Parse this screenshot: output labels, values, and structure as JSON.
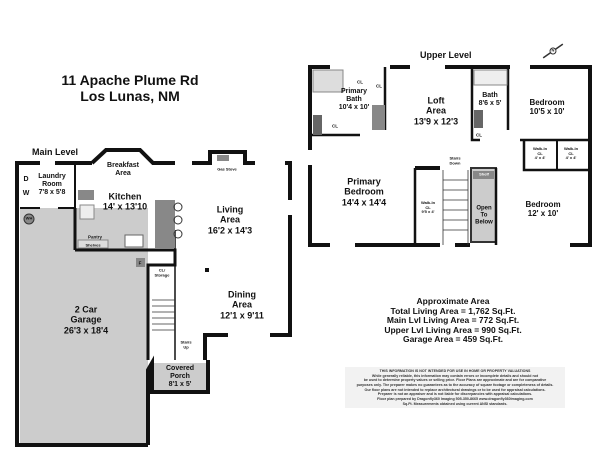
{
  "header": {
    "address_line1": "11 Apache Plume Rd",
    "address_line2": "Los Lunas, NM"
  },
  "main_level": {
    "title": "Main Level",
    "rooms": {
      "laundry": {
        "name": "Laundry\nRoom",
        "dims": "7'8 x 5'8"
      },
      "breakfast": {
        "name": "Breakfast\nArea"
      },
      "kitchen": {
        "name": "Kitchen",
        "dims": "14' x 13'10"
      },
      "living": {
        "name": "Living\nArea",
        "dims": "16'2 x 14'3"
      },
      "dining": {
        "name": "Dining\nArea",
        "dims": "12'1 x 9'11"
      },
      "garage": {
        "name": "2 Car\nGarage",
        "dims": "26'3 x 18'4"
      },
      "porch": {
        "name": "Covered\nPorch",
        "dims": "8'1 x 5'"
      },
      "storage": {
        "name": "CL/\nStorage"
      },
      "pantry": {
        "name": "Pantry"
      }
    },
    "fixtures": {
      "dryer": "D",
      "washer": "W",
      "water_heater": "WH",
      "furnace": "F",
      "gas_stove": "Gas Stove",
      "shelves": "Shelves",
      "stairs": "Stairs\nUp"
    }
  },
  "upper_level": {
    "title": "Upper Level",
    "rooms": {
      "primary_bath": {
        "name": "Primary\nBath",
        "dims": "10'4 x 10'"
      },
      "loft": {
        "name": "Loft\nArea",
        "dims": "13'9 x 12'3"
      },
      "bath": {
        "name": "Bath",
        "dims": "8'6 x 5'"
      },
      "bedroom2": {
        "name": "Bedroom",
        "dims": "10'5 x 10'"
      },
      "primary_bedroom": {
        "name": "Primary\nBedroom",
        "dims": "14'4 x 14'4"
      },
      "walkin_primary": {
        "name": "Walk-In\nCL",
        "dims": "9'5 x 4'"
      },
      "walkin_a": {
        "name": "Walk-In\nCL",
        "dims": "4' x 4'"
      },
      "walkin_b": {
        "name": "Walk-In\nCL",
        "dims": "4' x 4'"
      },
      "open_below": {
        "name": "Open\nTo\nBelow"
      },
      "bedroom3": {
        "name": "Bedroom",
        "dims": "12' x 10'"
      }
    },
    "closet_label": "CL",
    "shelf": "Shelf",
    "stairs": "Stairs\nDown",
    "compass": "N"
  },
  "area_summary": {
    "heading": "Approximate Area",
    "total": "Total Living Area = 1,762 Sq.Ft.",
    "main": "Main Lvl Living Area = 772 Sq.Ft.",
    "upper": "Upper Lvl Living Area = 990 Sq.Ft.",
    "garage": "Garage Area = 459 Sq.Ft."
  },
  "disclaimer": [
    "THIS INFORMATION IS NOT INTENDED FOR USE IN HOME OR PROPERTY VALUATIONS",
    "While generally reliable, this information may contain errors or incomplete details and should not",
    "be used to determine property values or selling price. Floor Plans are approximate and are for comparative",
    "purposes only. The preparer makes no guarantees as to the accuracy of square footage or completeness of details.",
    "Our floor plans are not intended to replace architectural drawings or to be used for appraisal calculations.",
    "Preparer is not an appraiser and is not liable for discrepancies with appraisal calculations.",
    "Floor plan prepared by Dragonfly360 Imaging 505-350-8665 www.dragonfly360imaging.com",
    "Sq.Ft. Measurements obtained using current ANSI standards."
  ],
  "colors": {
    "wall": "#111111",
    "garage_fill": "#cccccc",
    "fixture_fill": "#888888"
  }
}
